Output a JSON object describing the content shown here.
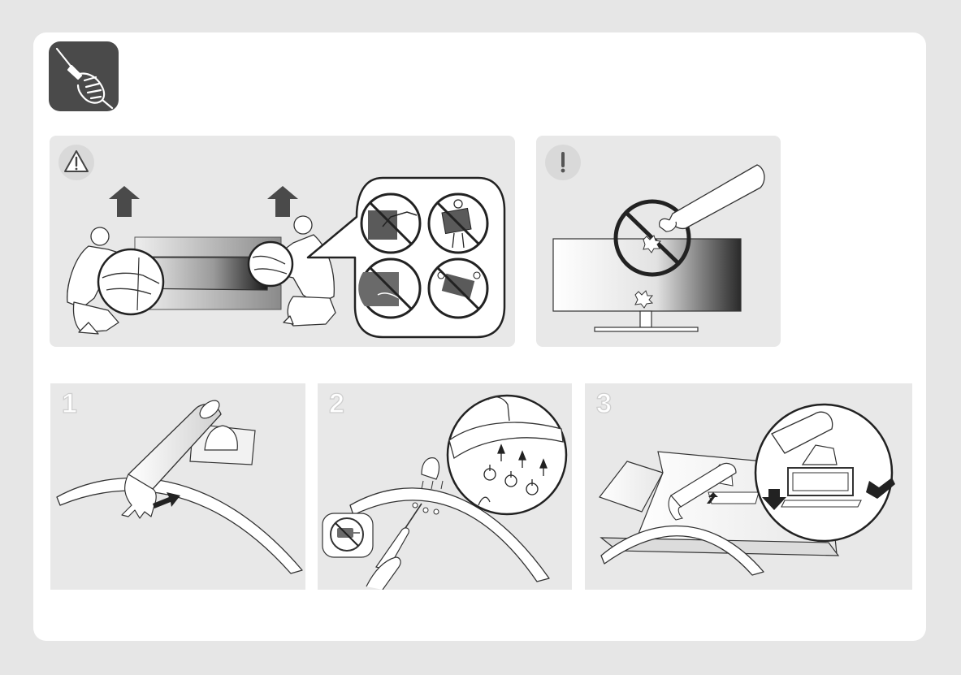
{
  "badge": {
    "icon": "screwdriver-hand-icon"
  },
  "warning_panel": {
    "icon": "warning-triangle-icon",
    "callout_icons": [
      "no-touching-screen-icon",
      "no-single-person-carry-icon",
      "no-gripping-panel-icon",
      "no-improper-lift-icon"
    ]
  },
  "caution_panel": {
    "icon": "exclamation-icon",
    "prohibition_icon": "no-pressing-screen-icon"
  },
  "steps": [
    {
      "number": "1"
    },
    {
      "number": "2"
    },
    {
      "number": "3"
    }
  ],
  "colors": {
    "page": "#e6e6e6",
    "card": "#ffffff",
    "panel": "#e8e8e8",
    "badge": "#4a4a4a",
    "line": "#222222"
  }
}
